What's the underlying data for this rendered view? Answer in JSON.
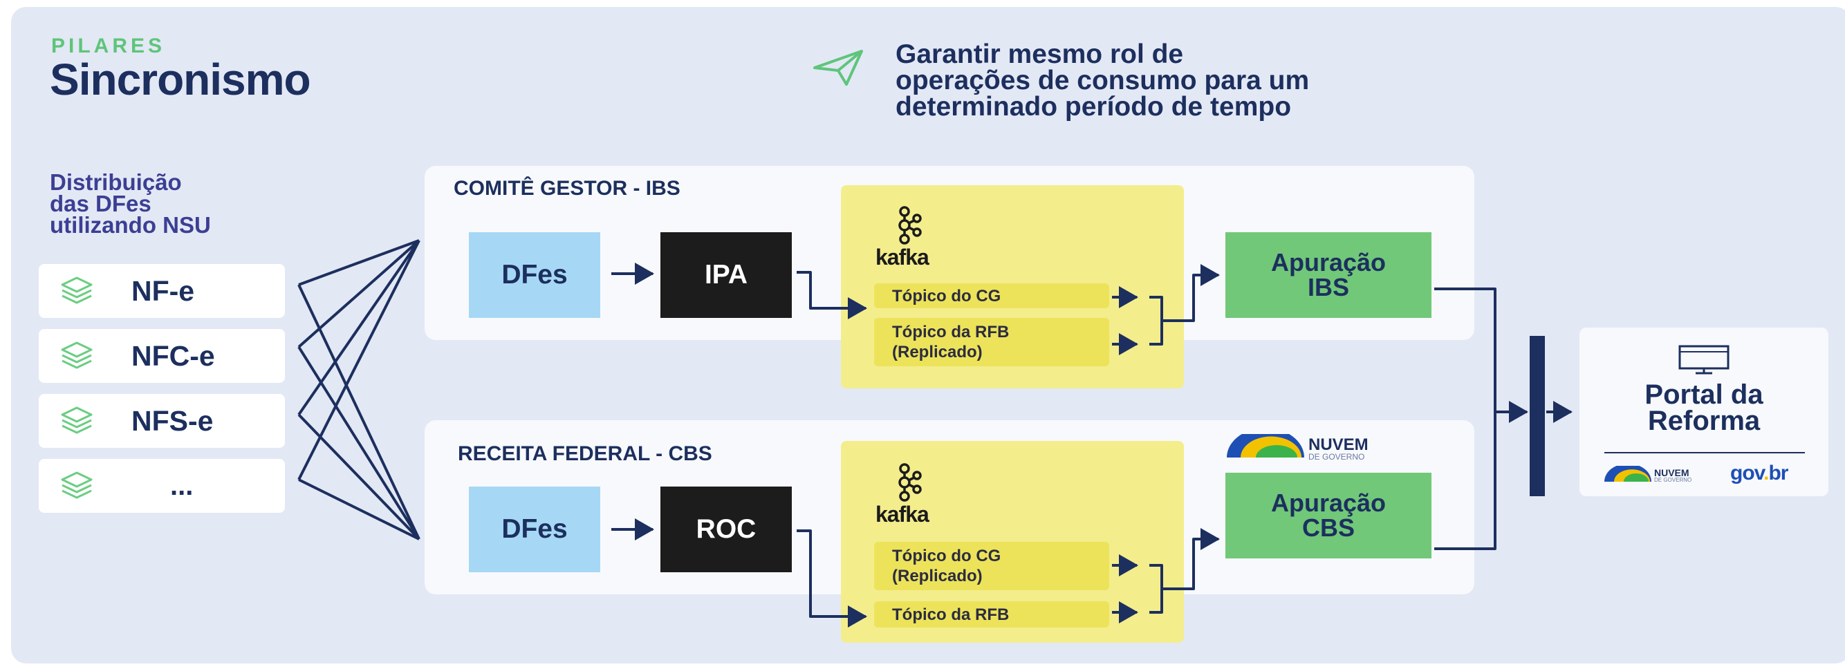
{
  "header": {
    "eyebrow": "PILARES",
    "title": "Sincronismo",
    "goal_lines": [
      "Garantir mesmo rol de",
      "operações de consumo para um",
      "determinado período de tempo"
    ]
  },
  "distribution": {
    "title_lines": [
      "Distribuição",
      "das DFes",
      "utilizando NSU"
    ],
    "items": [
      "NF-e",
      "NFC-e",
      "NFS-e",
      "..."
    ]
  },
  "ibs_section": {
    "title": "COMITÊ GESTOR - IBS",
    "source": "DFes",
    "processor": "IPA",
    "kafka_label": "kafka",
    "topics": [
      {
        "lines": [
          "Tópico do CG"
        ]
      },
      {
        "lines": [
          "Tópico da RFB",
          "(Replicado)"
        ]
      }
    ],
    "apuracao_lines": [
      "Apuração",
      "IBS"
    ]
  },
  "cbs_section": {
    "title": "RECEITA FEDERAL - CBS",
    "source": "DFes",
    "processor": "ROC",
    "kafka_label": "kafka",
    "topics": [
      {
        "lines": [
          "Tópico do CG",
          "(Replicado)"
        ]
      },
      {
        "lines": [
          "Tópico da RFB"
        ]
      }
    ],
    "apuracao_lines": [
      "Apuração",
      "CBS"
    ],
    "cloud_logo": {
      "word": "NUVEM",
      "sub": "DE GOVERNO"
    }
  },
  "portal": {
    "title_lines": [
      "Portal da",
      "Reforma"
    ],
    "logo_nuvem": {
      "word": "NUVEM",
      "sub": "DE GOVERNO"
    },
    "logo_govbr": "gov.br"
  },
  "colors": {
    "navy": "#1c2f5e",
    "green_accent": "#5ec57a",
    "panel_bg": "#e3e8f5",
    "dfes_blue": "#a6d8f5",
    "kafka_yellow": "#f3ed8c",
    "topic_yellow": "#ece35a",
    "apuracao_green": "#71c878",
    "govbr_blue": "#1e4fb5",
    "govbr_yellow": "#f2c200"
  },
  "icons": [
    "send-icon",
    "layers-icon",
    "kafka-icon",
    "monitor-icon"
  ]
}
